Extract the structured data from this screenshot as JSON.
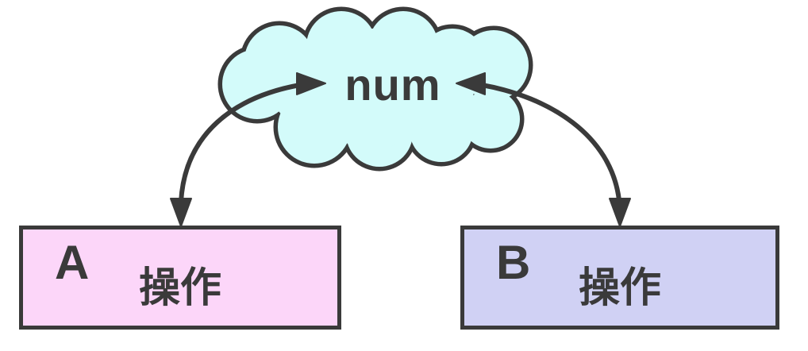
{
  "colors": {
    "line": "#3a3a3a",
    "cloud-fill": "#d3fbfa",
    "box-a-fill": "#fcd6f9",
    "box-b-fill": "#d0d1f4",
    "background": "#ffffff"
  },
  "cloud": {
    "label": "num"
  },
  "boxes": [
    {
      "letter": "A",
      "label": "操作"
    },
    {
      "letter": "B",
      "label": "操作"
    }
  ],
  "arrows": [
    {
      "from": "A",
      "to": "num",
      "bidirectional": true
    },
    {
      "from": "B",
      "to": "num",
      "bidirectional": true
    }
  ]
}
